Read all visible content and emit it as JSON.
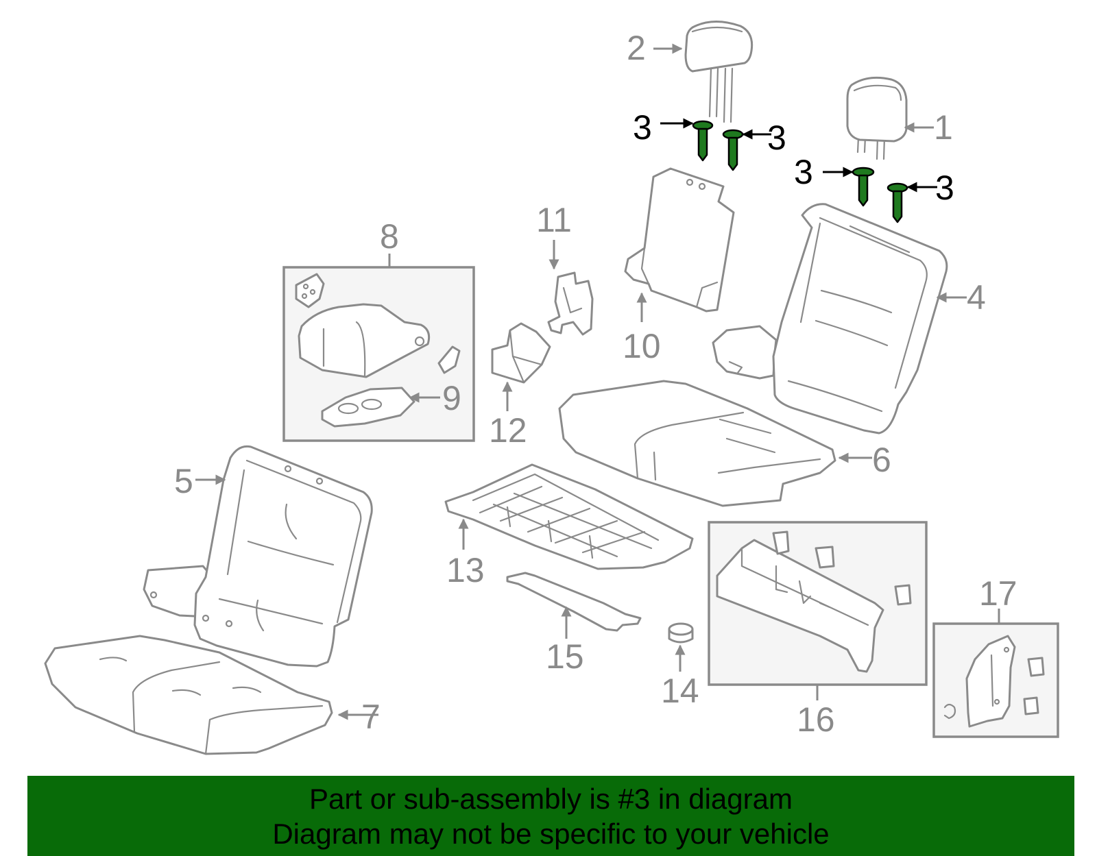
{
  "callouts": {
    "c1": "1",
    "c2": "2",
    "c3": "3",
    "c4": "4",
    "c5": "5",
    "c6": "6",
    "c7": "7",
    "c8": "8",
    "c9": "9",
    "c10": "10",
    "c11": "11",
    "c12": "12",
    "c13": "13",
    "c14": "14",
    "c15": "15",
    "c16": "16",
    "c17": "17"
  },
  "highlight": {
    "part_number": "3",
    "color": "#1f7a1f"
  },
  "banner": {
    "line1": "Part or sub-assembly is #3 in diagram",
    "line2": "Diagram may not be specific to your vehicle",
    "background": "#086b08"
  }
}
